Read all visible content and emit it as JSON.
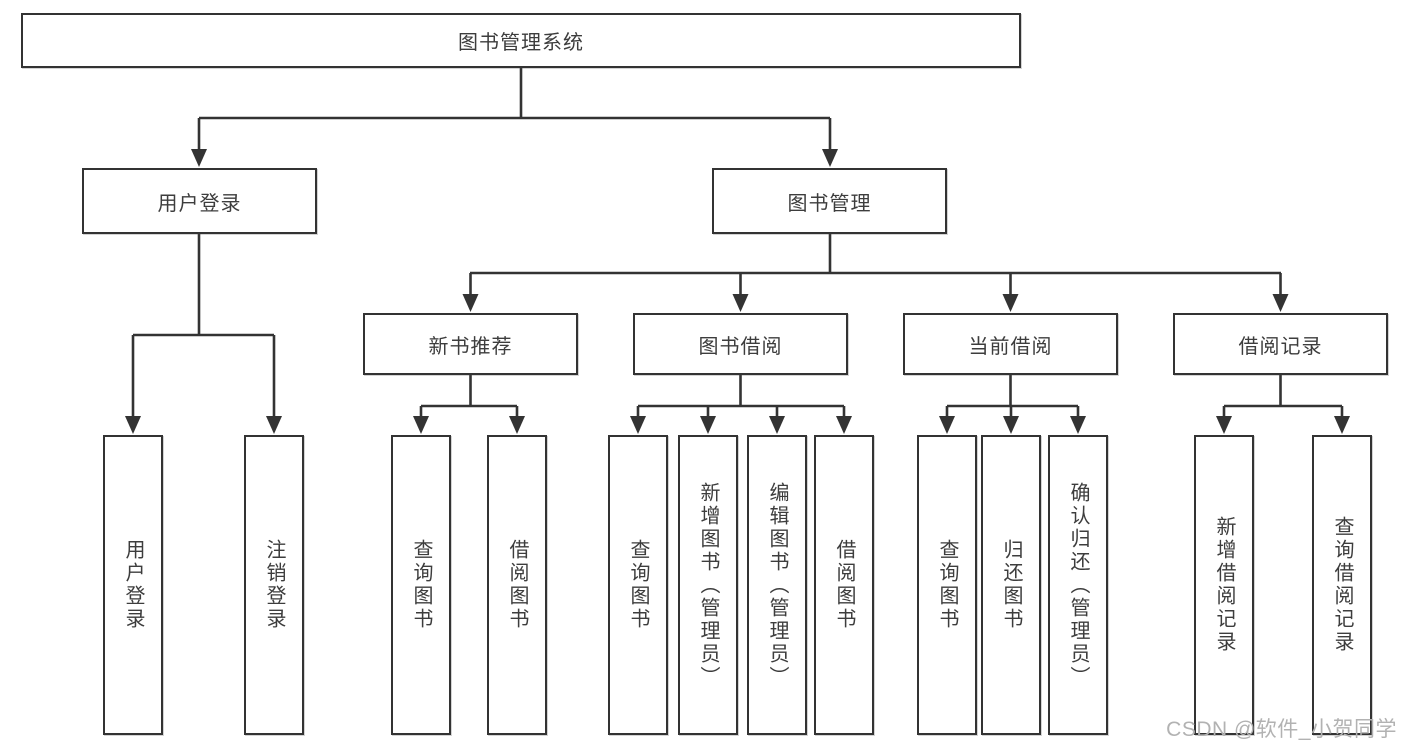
{
  "tree": {
    "root": "图书管理系统",
    "user_login": "用户登录",
    "book_mgmt": "图书管理",
    "new_books": "新书推荐",
    "book_borrow": "图书借阅",
    "current_borrow": "当前借阅",
    "borrow_records": "借阅记录",
    "leaves": {
      "user_login": [
        "用户登录",
        "注销登录"
      ],
      "new_books": [
        "查询图书",
        "借阅图书"
      ],
      "book_borrow": [
        "查询图书",
        "新增图书（管理员）",
        "编辑图书（管理员）",
        "借阅图书"
      ],
      "current_borrow": [
        "查询图书",
        "归还图书",
        "确认归还（管理员）"
      ],
      "borrow_records": [
        "新增借阅记录",
        "查询借阅记录"
      ]
    }
  },
  "watermark": {
    "text": "CSDN @软件_小贺同学"
  },
  "colors": {
    "line": "#333333",
    "text": "#3d3d3d",
    "watermark": "#b2b2b2",
    "background": "#ffffff"
  }
}
